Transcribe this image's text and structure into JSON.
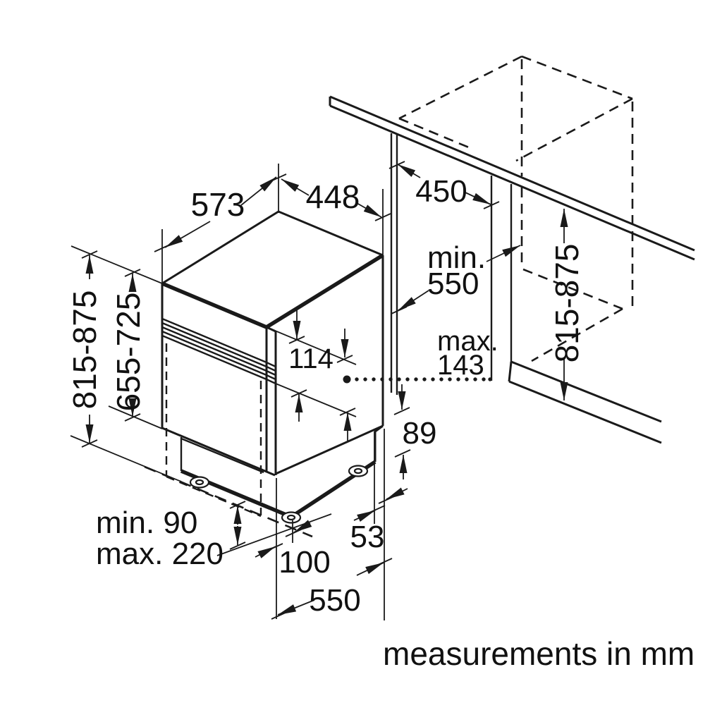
{
  "footer": {
    "note": "measurements in mm"
  },
  "dimensions": {
    "top_width": "573",
    "top_depth": "448",
    "niche_width": "450",
    "niche_depth_min_word": "min.",
    "niche_depth_min_value": "550",
    "hinge_max_word": "max.",
    "hinge_max_value": "143",
    "height_left": "815-875",
    "inner_height": "655-725",
    "control_panel_height": "114",
    "door_bottom_gap": "89",
    "plinth_min": "min. 90",
    "plinth_max": "max. 220",
    "plinth_recess": "100",
    "rear_gap": "53",
    "total_depth": "550",
    "height_right": "815-875"
  }
}
